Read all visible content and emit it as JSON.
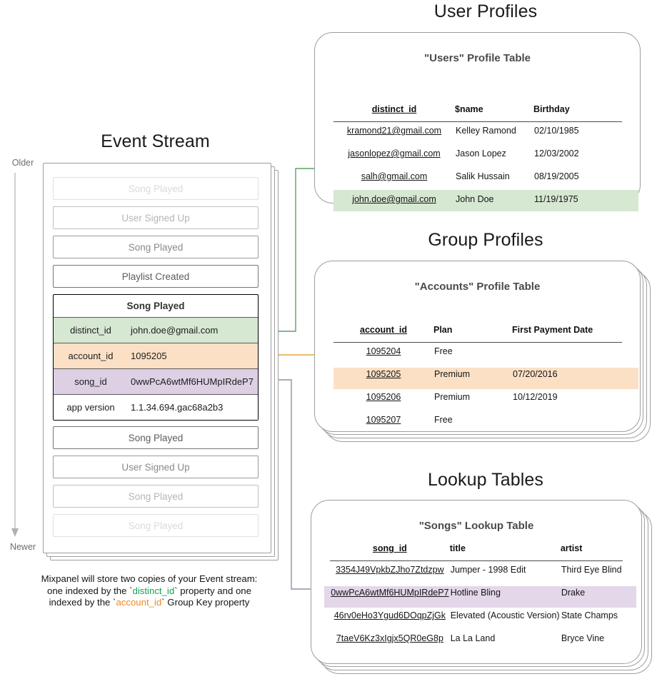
{
  "sections": {
    "event_stream_title": "Event Stream",
    "user_profiles_title": "User Profiles",
    "group_profiles_title": "Group Profiles",
    "lookup_tables_title": "Lookup Tables"
  },
  "timeline": {
    "older": "Older",
    "newer": "Newer"
  },
  "event_stream": {
    "events_before": [
      {
        "label": "Song Played",
        "fade": "ev-f1"
      },
      {
        "label": "User Signed Up",
        "fade": "ev-f2"
      },
      {
        "label": "Song Played",
        "fade": "ev-f3"
      },
      {
        "label": "Playlist Created",
        "fade": "ev-f4"
      }
    ],
    "focused_event": {
      "name": "Song Played",
      "properties": [
        {
          "key": "distinct_id",
          "value": "john.doe@gmail.com",
          "tone": "row-green"
        },
        {
          "key": "account_id",
          "value": "1095205",
          "tone": "row-orange"
        },
        {
          "key": "song_id",
          "value": "0wwPcA6wtMf6HUMpIRdeP7",
          "tone": "row-purple"
        },
        {
          "key": "app version",
          "value": "1.1.34.694.gac68a2b3",
          "tone": "row-plain"
        }
      ]
    },
    "events_after": [
      {
        "label": "Song Played",
        "fade": "ev-f4"
      },
      {
        "label": "User Signed Up",
        "fade": "ev-f3"
      },
      {
        "label": "Song Played",
        "fade": "ev-f2"
      },
      {
        "label": "Song Played",
        "fade": "ev-f1"
      }
    ]
  },
  "caption": {
    "line1": "Mixpanel will store two copies of your Event stream:",
    "line2_a": "one indexed by the `",
    "line2_token": "distinct_id",
    "line2_b": "` property and one",
    "line3_a": "indexed by the `",
    "line3_token": "account_id",
    "line3_b": "` Group Key property"
  },
  "users_table": {
    "title": "\"Users\" Profile Table",
    "columns": [
      "distinct_id",
      "$name",
      "Birthday"
    ],
    "rows": [
      {
        "cells": [
          "kramond21@gmail.com",
          "Kelley Ramond",
          "02/10/1985"
        ],
        "highlight": false
      },
      {
        "cells": [
          "jasonlopez@gmail.com",
          "Jason Lopez",
          "12/03/2002"
        ],
        "highlight": false
      },
      {
        "cells": [
          "salh@gmail.com",
          "Salik Hussain",
          "08/19/2005"
        ],
        "highlight": false
      },
      {
        "cells": [
          "john.doe@gmail.com",
          "John Doe",
          "11/19/1975"
        ],
        "highlight": true
      }
    ]
  },
  "accounts_table": {
    "title": "\"Accounts\" Profile Table",
    "columns": [
      "account_id",
      "Plan",
      "First Payment Date"
    ],
    "rows": [
      {
        "cells": [
          "1095204",
          "Free",
          ""
        ],
        "highlight": false
      },
      {
        "cells": [
          "1095205",
          "Premium",
          "07/20/2016"
        ],
        "highlight": true
      },
      {
        "cells": [
          "1095206",
          "Premium",
          "10/12/2019"
        ],
        "highlight": false
      },
      {
        "cells": [
          "1095207",
          "Free",
          ""
        ],
        "highlight": false
      }
    ]
  },
  "songs_table": {
    "title": "\"Songs\" Lookup Table",
    "columns": [
      "song_id",
      "title",
      "artist"
    ],
    "rows": [
      {
        "cells": [
          "3354J49VpkbZJho7Ztdzpw",
          "Jumper - 1998 Edit",
          "Third Eye Blind"
        ],
        "highlight": false
      },
      {
        "cells": [
          "0wwPcA6wtMf6HUMpIRdeP7",
          "Hotline Bling",
          "Drake"
        ],
        "highlight": true
      },
      {
        "cells": [
          "46rv0eHo3Ygud6DOqpZjGk",
          "Elevated (Acoustic Version)",
          "State Champs"
        ],
        "highlight": false
      },
      {
        "cells": [
          "7taeV6Kz3xIgjx5QR0eG8p",
          "La La Land",
          "Bryce Vine"
        ],
        "highlight": false
      }
    ]
  },
  "colors": {
    "green_highlight": "#d6e7d2",
    "orange_highlight": "#fbe0c6",
    "purple_highlight": "#e3d7e9",
    "green_wire": "#5aa469",
    "orange_wire": "#e8a33d",
    "purple_wire": "#9b8aa6",
    "card_border": "#9e9e9e"
  }
}
